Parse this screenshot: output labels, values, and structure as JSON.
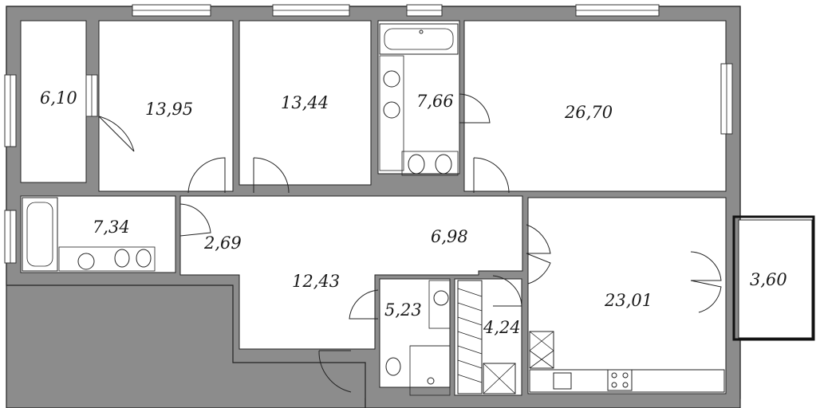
{
  "floorplan": {
    "rooms": [
      {
        "id": "room-a",
        "area": "6,10"
      },
      {
        "id": "room-b",
        "area": "13,95"
      },
      {
        "id": "room-c",
        "area": "13,44"
      },
      {
        "id": "room-d",
        "area": "7,66"
      },
      {
        "id": "room-e",
        "area": "26,70"
      },
      {
        "id": "room-f",
        "area": "7,34"
      },
      {
        "id": "room-g",
        "area": "2,69"
      },
      {
        "id": "room-h",
        "area": "6,98"
      },
      {
        "id": "room-i",
        "area": "12,43"
      },
      {
        "id": "room-j",
        "area": "5,23"
      },
      {
        "id": "room-k",
        "area": "4,24"
      },
      {
        "id": "room-l",
        "area": "23,01"
      },
      {
        "id": "room-m",
        "area": "3,60"
      }
    ],
    "colors": {
      "wall": "#8c8c8c",
      "room": "#ffffff",
      "line": "#222222"
    }
  }
}
